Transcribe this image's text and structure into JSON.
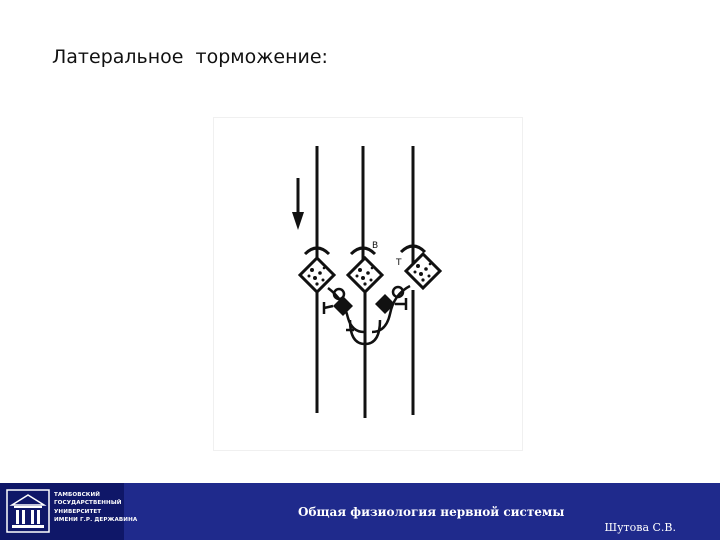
{
  "slide": {
    "title": "Латеральное  торможение:"
  },
  "figure": {
    "labels": {
      "v": "В",
      "t": "Т"
    }
  },
  "footer": {
    "logo_lines": [
      "ТАМБОВСКИЙ",
      "ГОСУДАРСТВЕННЫЙ",
      "УНИВЕРСИТЕТ",
      "ИМЕНИ Г.Р. ДЕРЖАВИНА"
    ],
    "course_title": "Общая физиология нервной системы",
    "author": "Шутова С.В."
  },
  "colors": {
    "footer_bar": "#1f2a8c",
    "logo_box": "#0f1768",
    "ink": "#111111"
  }
}
